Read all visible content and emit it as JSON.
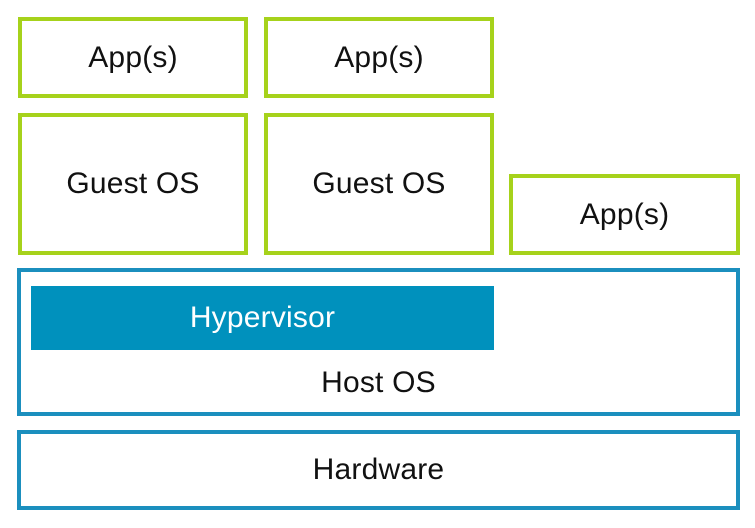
{
  "diagram": {
    "apps": {
      "vm1": "App(s)",
      "vm2": "App(s)",
      "host": "App(s)"
    },
    "guests": {
      "vm1": "Guest OS",
      "vm2": "Guest OS"
    },
    "hypervisor": "Hypervisor",
    "host_os": "Host OS",
    "hardware": "Hardware"
  },
  "colors": {
    "app_border": "#a6d21b",
    "platform_border": "#1b8fbe",
    "hypervisor_fill": "#0091bd"
  }
}
